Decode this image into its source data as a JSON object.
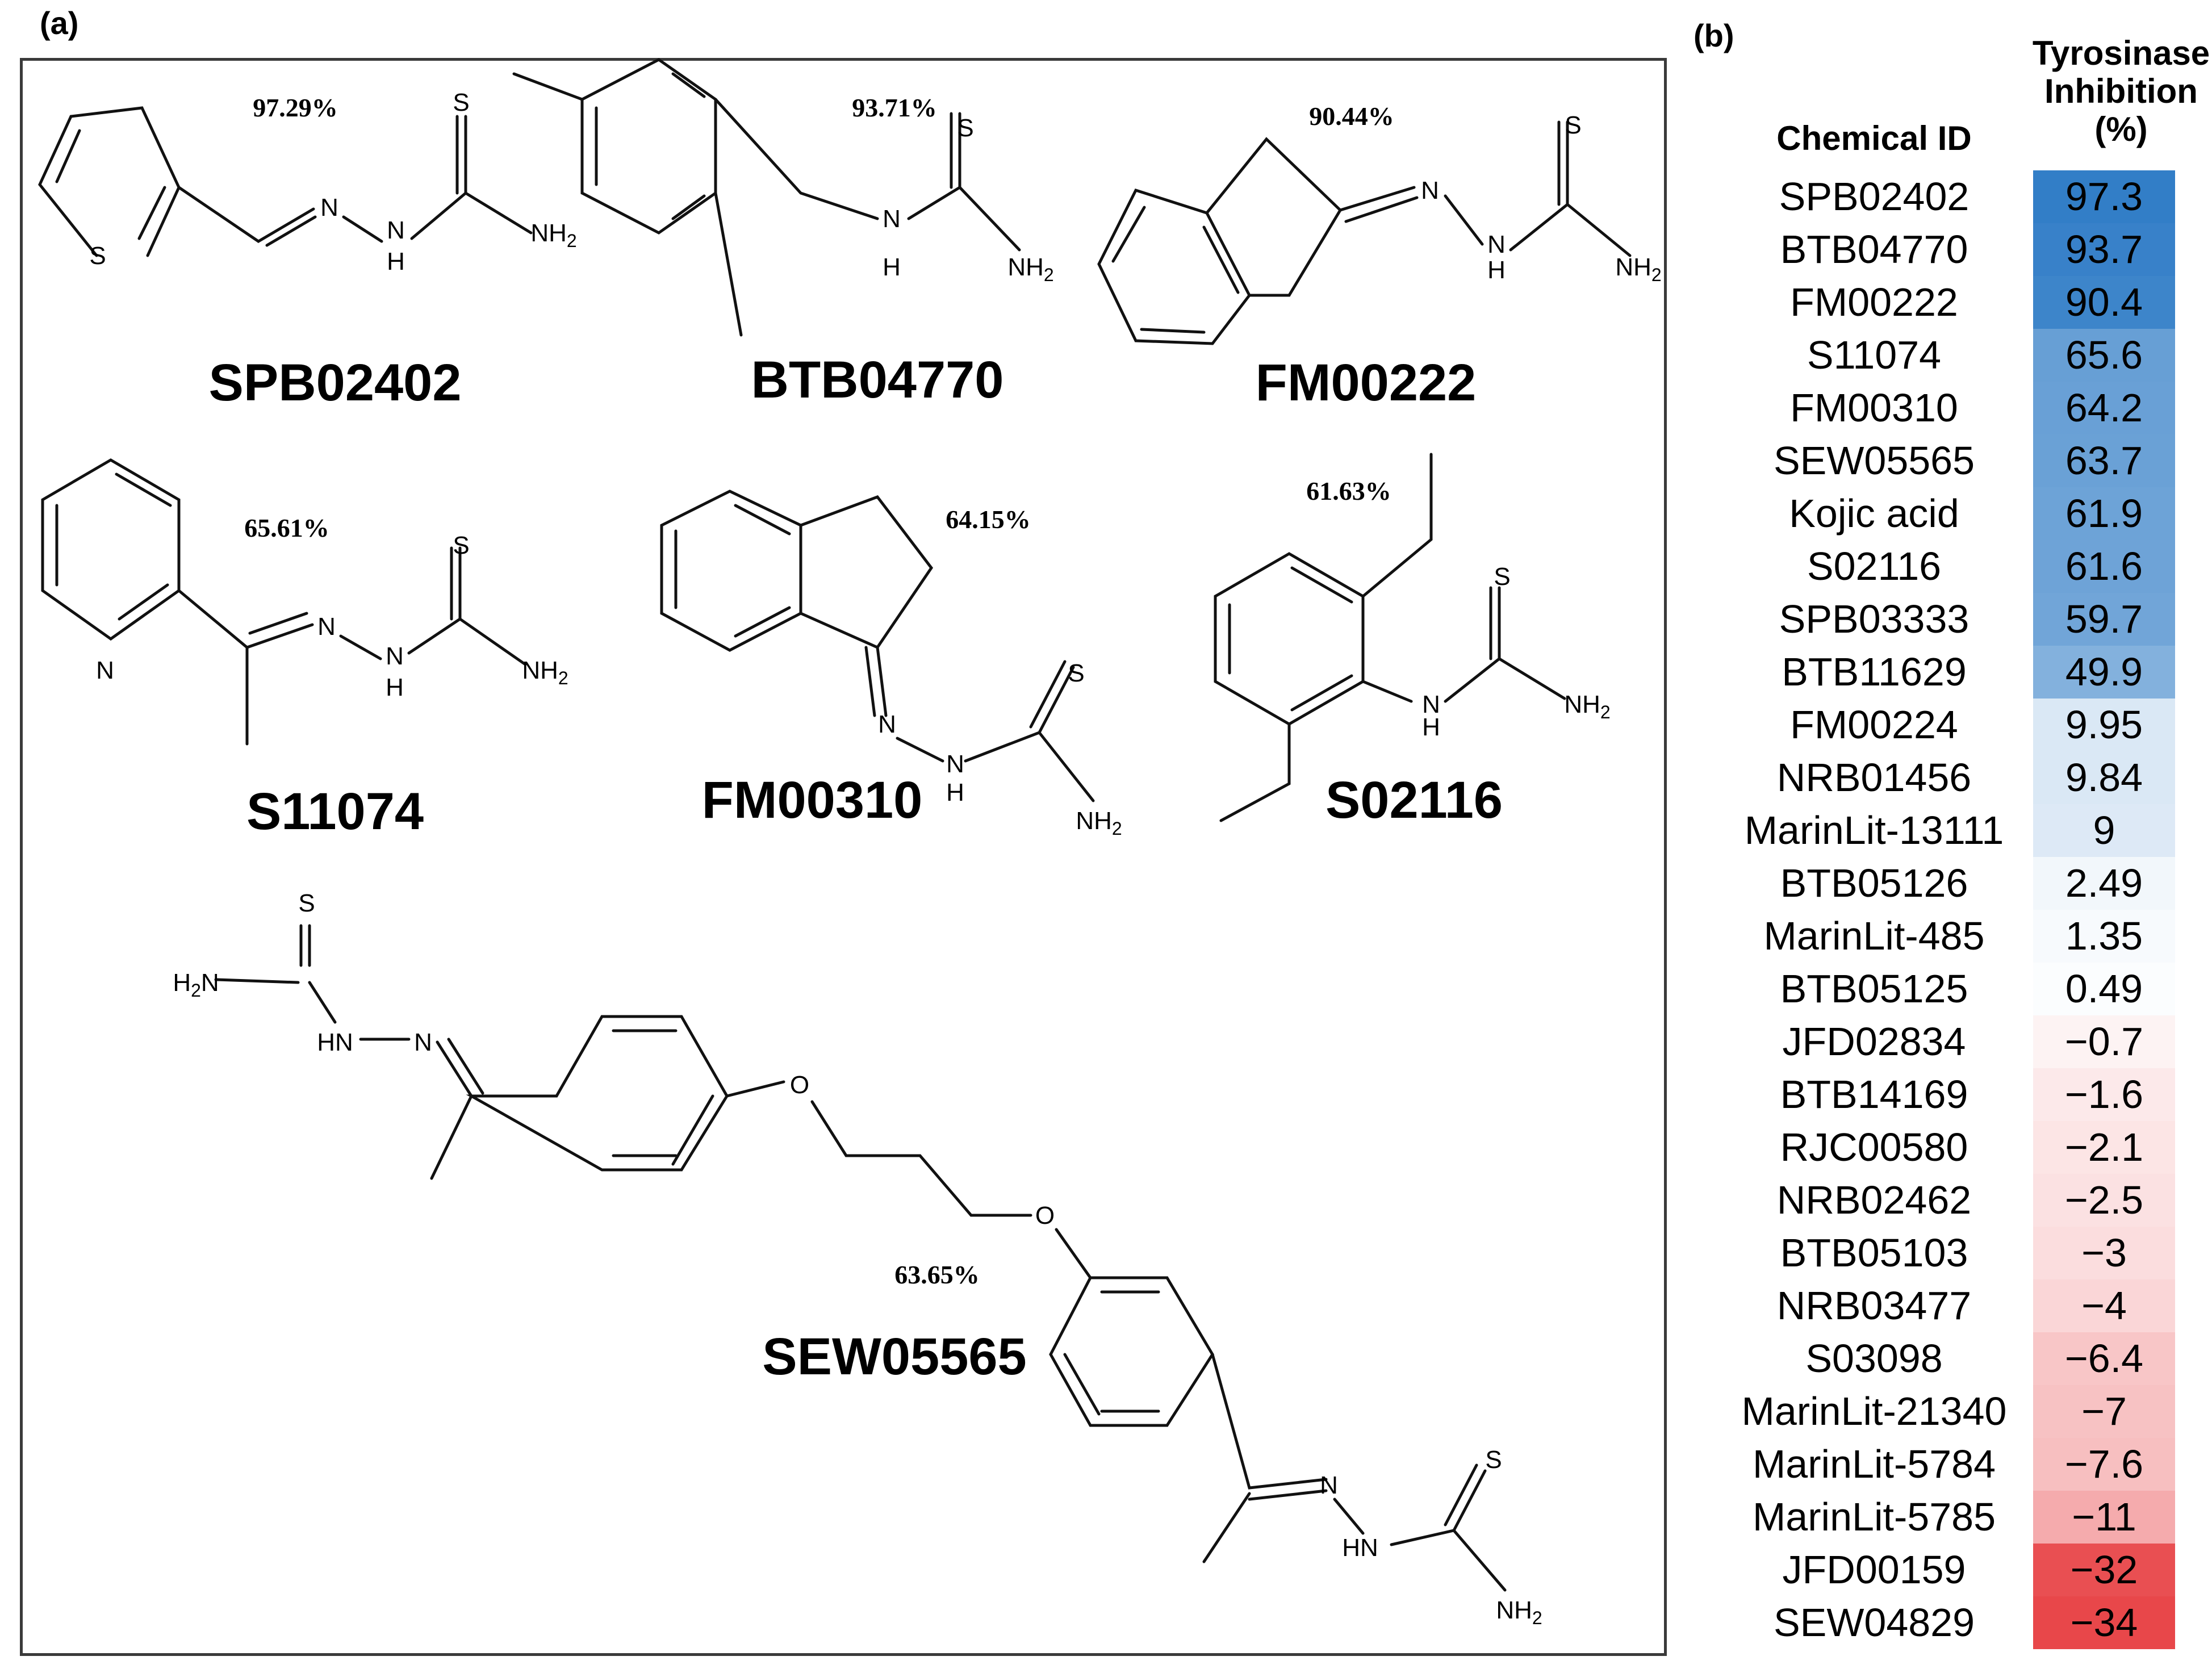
{
  "panel_labels": {
    "a": "(a)",
    "b": "(b)"
  },
  "compounds": [
    {
      "id": "SPB02402",
      "pct": "97.29%"
    },
    {
      "id": "BTB04770",
      "pct": "93.71%"
    },
    {
      "id": "FM00222",
      "pct": "90.44%"
    },
    {
      "id": "S11074",
      "pct": "65.61%"
    },
    {
      "id": "FM00310",
      "pct": "64.15%"
    },
    {
      "id": "S02116",
      "pct": "61.63%"
    },
    {
      "id": "SEW05565",
      "pct": "63.65%"
    }
  ],
  "atoms": {
    "S": "S",
    "N": "N",
    "H": "H",
    "NH2": "NH",
    "sub2": "2",
    "HN": "HN",
    "H2N": "H",
    "O": "O"
  },
  "table": {
    "col_id": "Chemical ID",
    "col_val_lines": [
      "Tyrosinase",
      "Inhibition",
      "(%)"
    ],
    "rows": [
      {
        "id": "SPB02402",
        "val": 97.3,
        "label": "97.3"
      },
      {
        "id": "BTB04770",
        "val": 93.7,
        "label": "93.7"
      },
      {
        "id": "FM00222",
        "val": 90.4,
        "label": "90.4"
      },
      {
        "id": "S11074",
        "val": 65.6,
        "label": "65.6"
      },
      {
        "id": "FM00310",
        "val": 64.2,
        "label": "64.2"
      },
      {
        "id": "SEW05565",
        "val": 63.7,
        "label": "63.7"
      },
      {
        "id": "Kojic acid",
        "val": 61.9,
        "label": "61.9"
      },
      {
        "id": "S02116",
        "val": 61.6,
        "label": "61.6"
      },
      {
        "id": "SPB03333",
        "val": 59.7,
        "label": "59.7"
      },
      {
        "id": "BTB11629",
        "val": 49.9,
        "label": "49.9"
      },
      {
        "id": "FM00224",
        "val": 9.95,
        "label": "9.95"
      },
      {
        "id": "NRB01456",
        "val": 9.84,
        "label": "9.84"
      },
      {
        "id": "MarinLit-13111",
        "val": 9,
        "label": "9"
      },
      {
        "id": "BTB05126",
        "val": 2.49,
        "label": "2.49"
      },
      {
        "id": "MarinLit-485",
        "val": 1.35,
        "label": "1.35"
      },
      {
        "id": "BTB05125",
        "val": 0.49,
        "label": "0.49"
      },
      {
        "id": "JFD02834",
        "val": -0.7,
        "label": "−0.7"
      },
      {
        "id": "BTB14169",
        "val": -1.6,
        "label": "−1.6"
      },
      {
        "id": "RJC00580",
        "val": -2.1,
        "label": "−2.1"
      },
      {
        "id": "NRB02462",
        "val": -2.5,
        "label": "−2.5"
      },
      {
        "id": "BTB05103",
        "val": -3,
        "label": "−3"
      },
      {
        "id": "NRB03477",
        "val": -4,
        "label": "−4"
      },
      {
        "id": "S03098",
        "val": -6.4,
        "label": "−6.4"
      },
      {
        "id": "MarinLit-21340",
        "val": -7,
        "label": "−7"
      },
      {
        "id": "MarinLit-5784",
        "val": -7.6,
        "label": "−7.6"
      },
      {
        "id": "MarinLit-5785",
        "val": -11,
        "label": "−11"
      },
      {
        "id": "JFD00159",
        "val": -32,
        "label": "−32"
      },
      {
        "id": "SEW04829",
        "val": -34,
        "label": "−34"
      }
    ]
  },
  "colors": {
    "high": "#2e7bc6",
    "low": "#e8474a",
    "neutral": "#ffffff"
  }
}
